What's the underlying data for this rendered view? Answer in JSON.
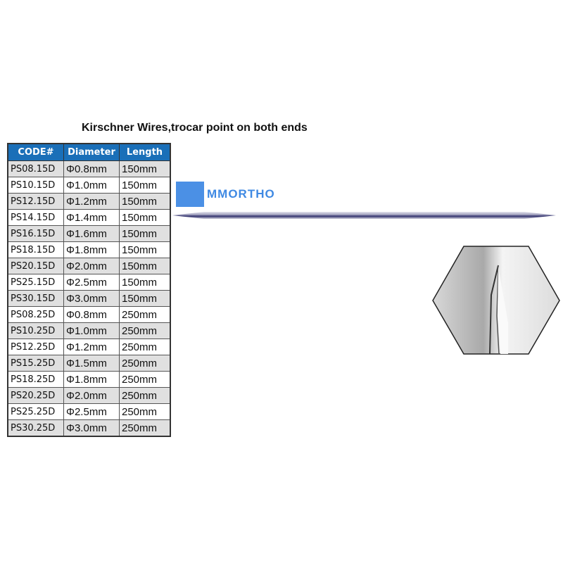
{
  "title": "Kirschner Wires,trocar point on both ends",
  "table": {
    "headers": [
      "CODE#",
      "Diameter",
      "Length"
    ],
    "rows": [
      [
        "PS08.15D",
        "Φ0.8mm",
        "150mm"
      ],
      [
        "PS10.15D",
        "Φ1.0mm",
        "150mm"
      ],
      [
        "PS12.15D",
        "Φ1.2mm",
        "150mm"
      ],
      [
        "PS14.15D",
        "Φ1.4mm",
        "150mm"
      ],
      [
        "PS16.15D",
        "Φ1.6mm",
        "150mm"
      ],
      [
        "PS18.15D",
        "Φ1.8mm",
        "150mm"
      ],
      [
        "PS20.15D",
        "Φ2.0mm",
        "150mm"
      ],
      [
        "PS25.15D",
        "Φ2.5mm",
        "150mm"
      ],
      [
        "PS30.15D",
        "Φ3.0mm",
        "150mm"
      ],
      [
        "PS08.25D",
        "Φ0.8mm",
        "250mm"
      ],
      [
        "PS10.25D",
        "Φ1.0mm",
        "250mm"
      ],
      [
        "PS12.25D",
        "Φ1.2mm",
        "250mm"
      ],
      [
        "PS15.25D",
        "Φ1.5mm",
        "250mm"
      ],
      [
        "PS18.25D",
        "Φ1.8mm",
        "250mm"
      ],
      [
        "PS20.25D",
        "Φ2.0mm",
        "250mm"
      ],
      [
        "PS25.25D",
        "Φ2.5mm",
        "250mm"
      ],
      [
        "PS30.25D",
        "Φ3.0mm",
        "250mm"
      ]
    ]
  },
  "watermark": "MMORTHO",
  "colors": {
    "header": "#1a6fb8",
    "logo": "#2b7de0"
  }
}
